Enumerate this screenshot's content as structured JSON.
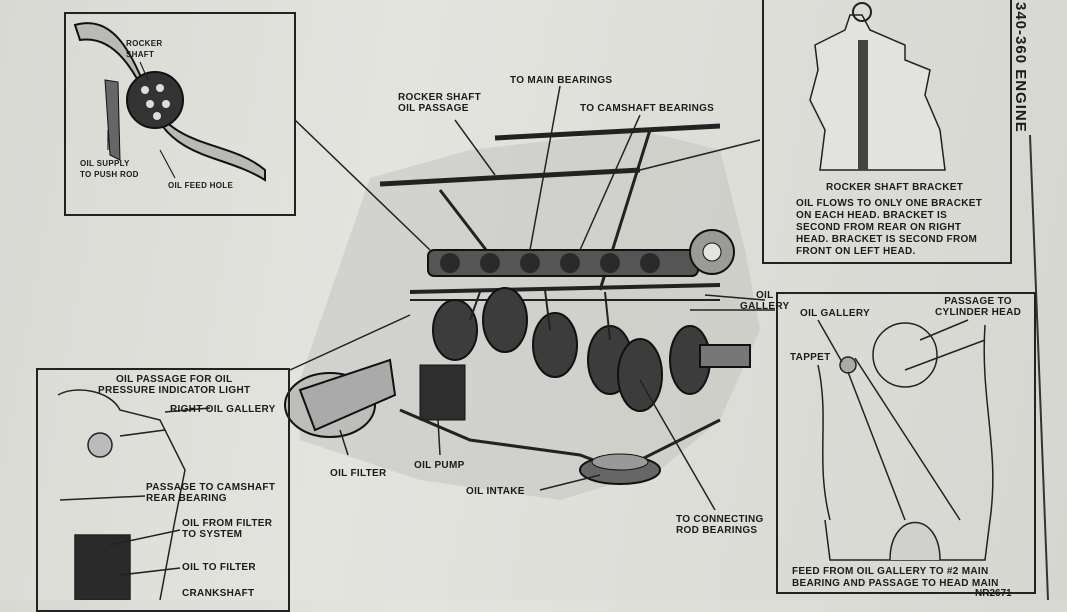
{
  "header": {
    "engine_title": "340-360 ENGINE"
  },
  "inset_rocker": {
    "rocker_shaft": "ROCKER\nSHAFT",
    "oil_supply": "OIL SUPPLY\nTO PUSH ROD",
    "oil_feed_hole": "OIL FEED HOLE"
  },
  "main_labels": {
    "rocker_shaft_oil_passage": "ROCKER SHAFT\nOIL PASSAGE",
    "to_main_bearings": "TO MAIN BEARINGS",
    "to_camshaft_bearings": "TO CAMSHAFT BEARINGS",
    "oil_gallery": "OIL\nGALLERY",
    "oil_filter": "OIL FILTER",
    "oil_pump": "OIL PUMP",
    "oil_intake": "OIL INTAKE",
    "to_connecting_rod": "TO CONNECTING\nROD BEARINGS"
  },
  "inset_bracket": {
    "title": "ROCKER SHAFT BRACKET",
    "note": "OIL FLOWS TO ONLY ONE BRACKET\nON EACH HEAD.   BRACKET IS\nSECOND  FROM REAR ON RIGHT\nHEAD.   BRACKET IS SECOND FROM\nFRONT ON LEFT HEAD."
  },
  "inset_block": {
    "oil_passage": "OIL PASSAGE FOR OIL\nPRESSURE INDICATOR LIGHT",
    "right_oil_gallery": "RIGHT OIL GALLERY",
    "passage_camshaft": "PASSAGE TO CAMSHAFT\nREAR BEARING",
    "oil_from_filter": "OIL FROM FILTER\nTO SYSTEM",
    "oil_to_filter": "OIL TO FILTER",
    "crankshaft": "CRANKSHAFT"
  },
  "inset_gallery": {
    "oil_gallery": "OIL GALLERY",
    "passage_to_head": "PASSAGE TO\nCYLINDER HEAD",
    "tappet": "TAPPET",
    "caption": "FEED FROM OIL GALLERY TO #2 MAIN\nBEARING AND PASSAGE TO HEAD MAIN"
  },
  "footer": {
    "code": "NR2671"
  }
}
